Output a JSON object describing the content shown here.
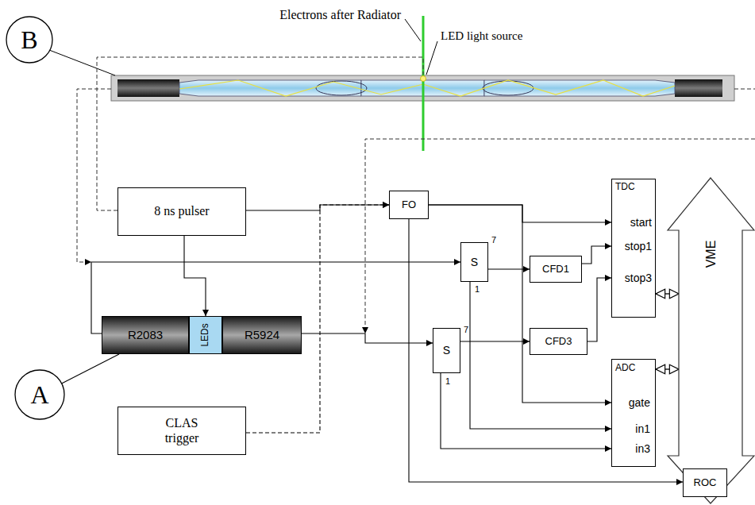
{
  "diagram": {
    "nodes": [
      {
        "text": [
          "B"
        ]
      },
      {
        "text": [
          "8 ns pulser"
        ]
      },
      {
        "text": [
          "FO"
        ]
      },
      {
        "text": [
          "TDC",
          "start",
          "stop1",
          "stop3"
        ]
      },
      {
        "text": [
          "S"
        ]
      },
      {
        "text": [
          "CFD1"
        ]
      },
      {
        "text": [
          "R2083"
        ]
      },
      {
        "text": [
          "LEDs"
        ]
      },
      {
        "text": [
          "R5924"
        ]
      },
      {
        "text": [
          "S"
        ]
      },
      {
        "text": [
          "CFD3"
        ]
      },
      {
        "text": [
          "ADC",
          "gate",
          "in1",
          "in3"
        ]
      },
      {
        "text": [
          "VME"
        ]
      },
      {
        "text": [
          "A"
        ]
      },
      {
        "text": [
          "CLAS trigger"
        ]
      },
      {
        "text": [
          "ROC"
        ]
      }
    ],
    "edges": [
      {
        "from": 1,
        "to": 2,
        "arrow": "to"
      },
      {
        "from": 14,
        "to": 2,
        "arrow": "to"
      },
      {
        "from": 1,
        "to": 7,
        "arrow": "to"
      },
      {
        "from": 6,
        "to": 4,
        "arrow": "to"
      },
      {
        "from": 8,
        "to": 9,
        "arrow": "to"
      },
      {
        "from": 2,
        "to": 3,
        "arrow": "to"
      },
      {
        "from": 2,
        "to": 11,
        "arrow": "to"
      },
      {
        "from": 2,
        "to": 15,
        "arrow": "to"
      },
      {
        "from": 4,
        "to": 5,
        "arrow": "to"
      },
      {
        "from": 4,
        "to": 11,
        "arrow": "to"
      },
      {
        "from": 9,
        "to": 10,
        "arrow": "to"
      },
      {
        "from": 9,
        "to": 11,
        "arrow": "to"
      },
      {
        "from": 5,
        "to": 3,
        "arrow": "to"
      },
      {
        "from": 10,
        "to": 3,
        "arrow": "to"
      },
      {
        "from": 3,
        "to": 12,
        "arrow": "both"
      },
      {
        "from": 11,
        "to": 12,
        "arrow": "both"
      },
      {
        "from": 13,
        "to": 6,
        "arrow": "none"
      }
    ],
    "labels": [
      "Electrons after Radiator",
      "LED light source",
      "7",
      "1",
      "7",
      "1"
    ]
  }
}
